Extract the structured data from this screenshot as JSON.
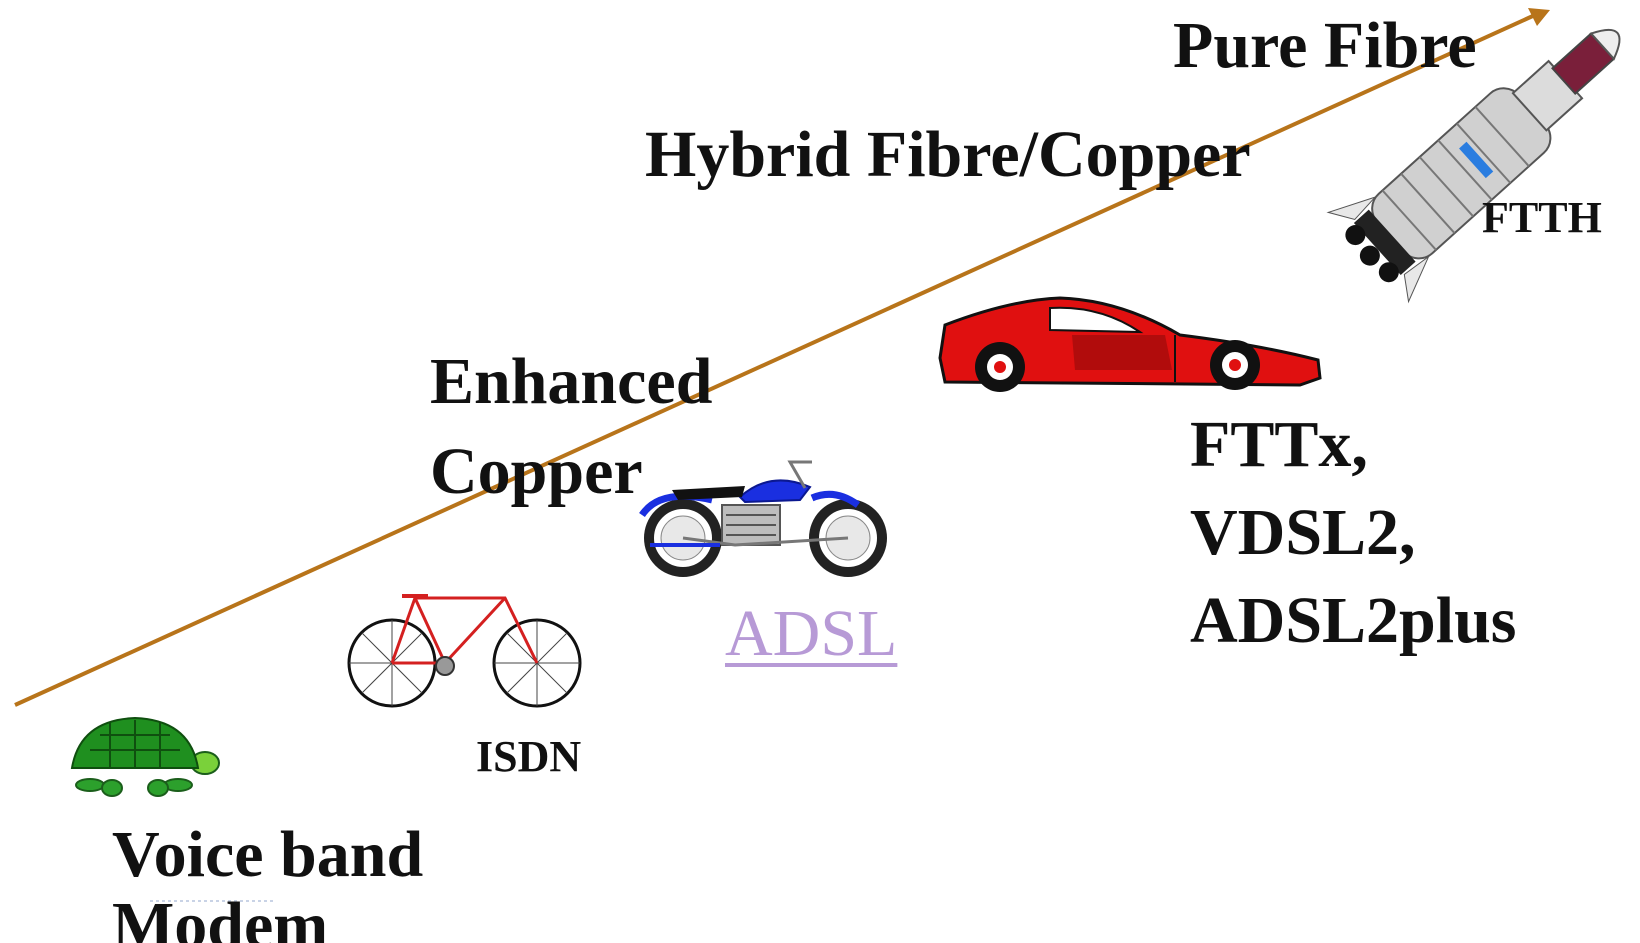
{
  "labels": {
    "pure_fibre": "Pure Fibre",
    "hybrid": "Hybrid Fibre/Copper",
    "enhanced_line1": "Enhanced",
    "enhanced_line2": "Copper",
    "ftth": "FTTH",
    "fttx_line1": "FTTx,",
    "fttx_line2": "VDSL2,",
    "fttx_line3": "ADSL2plus",
    "adsl": "ADSL",
    "isdn": "ISDN",
    "voice_line1": "Voice band",
    "voice_line2": "Modem"
  },
  "icons": [
    "turtle-icon",
    "bicycle-icon",
    "motorcycle-icon",
    "sports-car-icon",
    "rocket-icon"
  ],
  "colors": {
    "arrow": "#b8741a",
    "text": "#111111",
    "link": "#b79ad6",
    "turtle": "#1f8f1f",
    "bicycle": "#d42020",
    "motorcycle": "#1a2fe0",
    "car": "#e01010",
    "rocket": "#c8c8c8"
  }
}
